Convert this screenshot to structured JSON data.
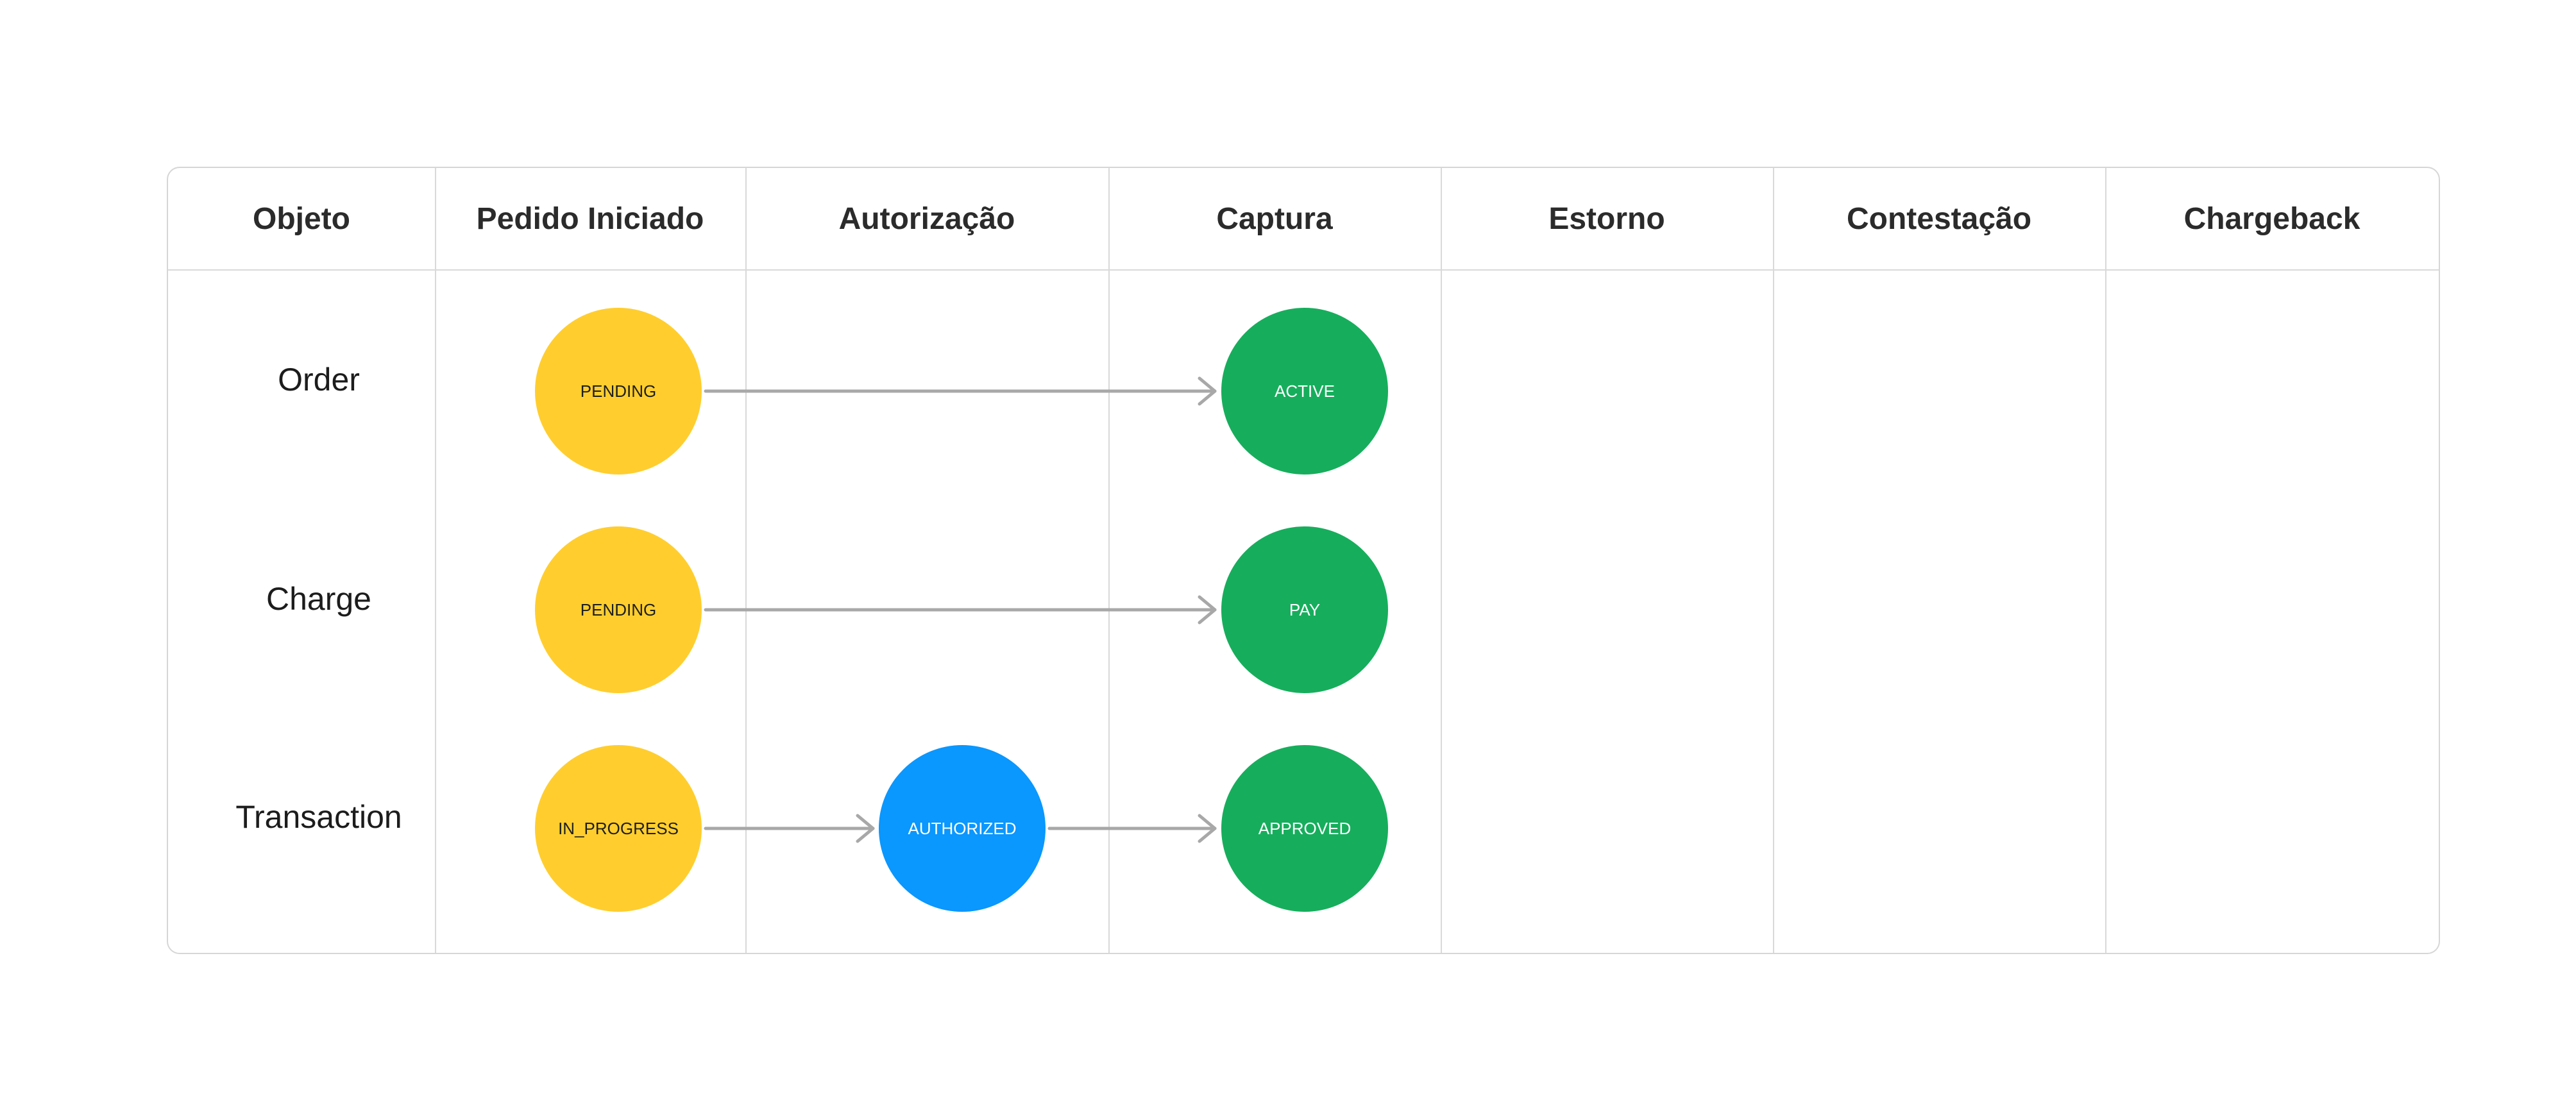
{
  "columns": [
    "Objeto",
    "Pedido Iniciado",
    "Autorização",
    "Captura",
    "Estorno",
    "Contestação",
    "Chargeback"
  ],
  "rows": [
    {
      "label": "Order",
      "states": [
        {
          "label": "PENDING",
          "column": "Pedido Iniciado",
          "color": "#FFCE2E"
        },
        {
          "label": "ACTIVE",
          "column": "Captura",
          "color": "#16AE5C"
        }
      ]
    },
    {
      "label": "Charge",
      "states": [
        {
          "label": "PENDING",
          "column": "Pedido Iniciado",
          "color": "#FFCE2E"
        },
        {
          "label": "PAY",
          "column": "Captura",
          "color": "#16AE5C"
        }
      ]
    },
    {
      "label": "Transaction",
      "states": [
        {
          "label": "IN_PROGRESS",
          "column": "Pedido Iniciado",
          "color": "#FFCE2E"
        },
        {
          "label": "AUTHORIZED",
          "column": "Autorização",
          "color": "#0A97FE"
        },
        {
          "label": "APPROVED",
          "column": "Captura",
          "color": "#16AE5C"
        }
      ]
    }
  ],
  "colors": {
    "pending": "#FFCE2E",
    "authorized": "#0A97FE",
    "approved": "#16AE5C",
    "arrow": "#A8A8A8",
    "grid": "#D9D9D9"
  }
}
